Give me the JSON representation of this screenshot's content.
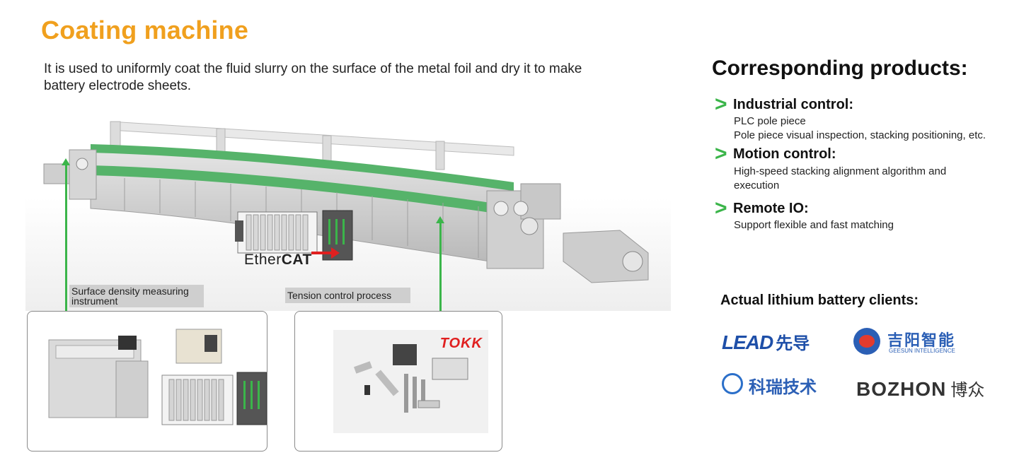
{
  "header": {
    "title": "Coating machine",
    "description": "It is used to uniformly coat the fluid slurry on the surface of the metal foil and dry it to make battery electrode sheets."
  },
  "illustration": {
    "ethercat_prefix": "Ether",
    "ethercat_suffix": "CAT",
    "callouts": [
      {
        "label": "Surface density measuring instrument"
      },
      {
        "label": "Tension control process"
      }
    ],
    "tokk_logo": "TOKK"
  },
  "products": {
    "title": "Corresponding products:",
    "arrow_glyph": ">",
    "categories": [
      {
        "name": "Industrial control:",
        "lines": [
          "PLC pole piece",
          "Pole piece visual inspection, stacking positioning, etc."
        ]
      },
      {
        "name": "Motion control:",
        "lines": [
          "High-speed stacking alignment algorithm and",
          "execution"
        ]
      },
      {
        "name": "Remote IO:",
        "lines": [
          "Support flexible and fast matching"
        ]
      }
    ]
  },
  "clients": {
    "title": "Actual lithium battery clients:",
    "logos": [
      {
        "en": "LEAD",
        "cn": "先导"
      },
      {
        "cn": "吉阳智能",
        "en": "GEESUN INTELLIGENCE"
      },
      {
        "cn": "科瑞技术"
      },
      {
        "en": "BOZHON",
        "cn": "博众"
      }
    ]
  },
  "colors": {
    "accent_orange": "#f0a01e",
    "accent_green": "#3bb54a"
  }
}
